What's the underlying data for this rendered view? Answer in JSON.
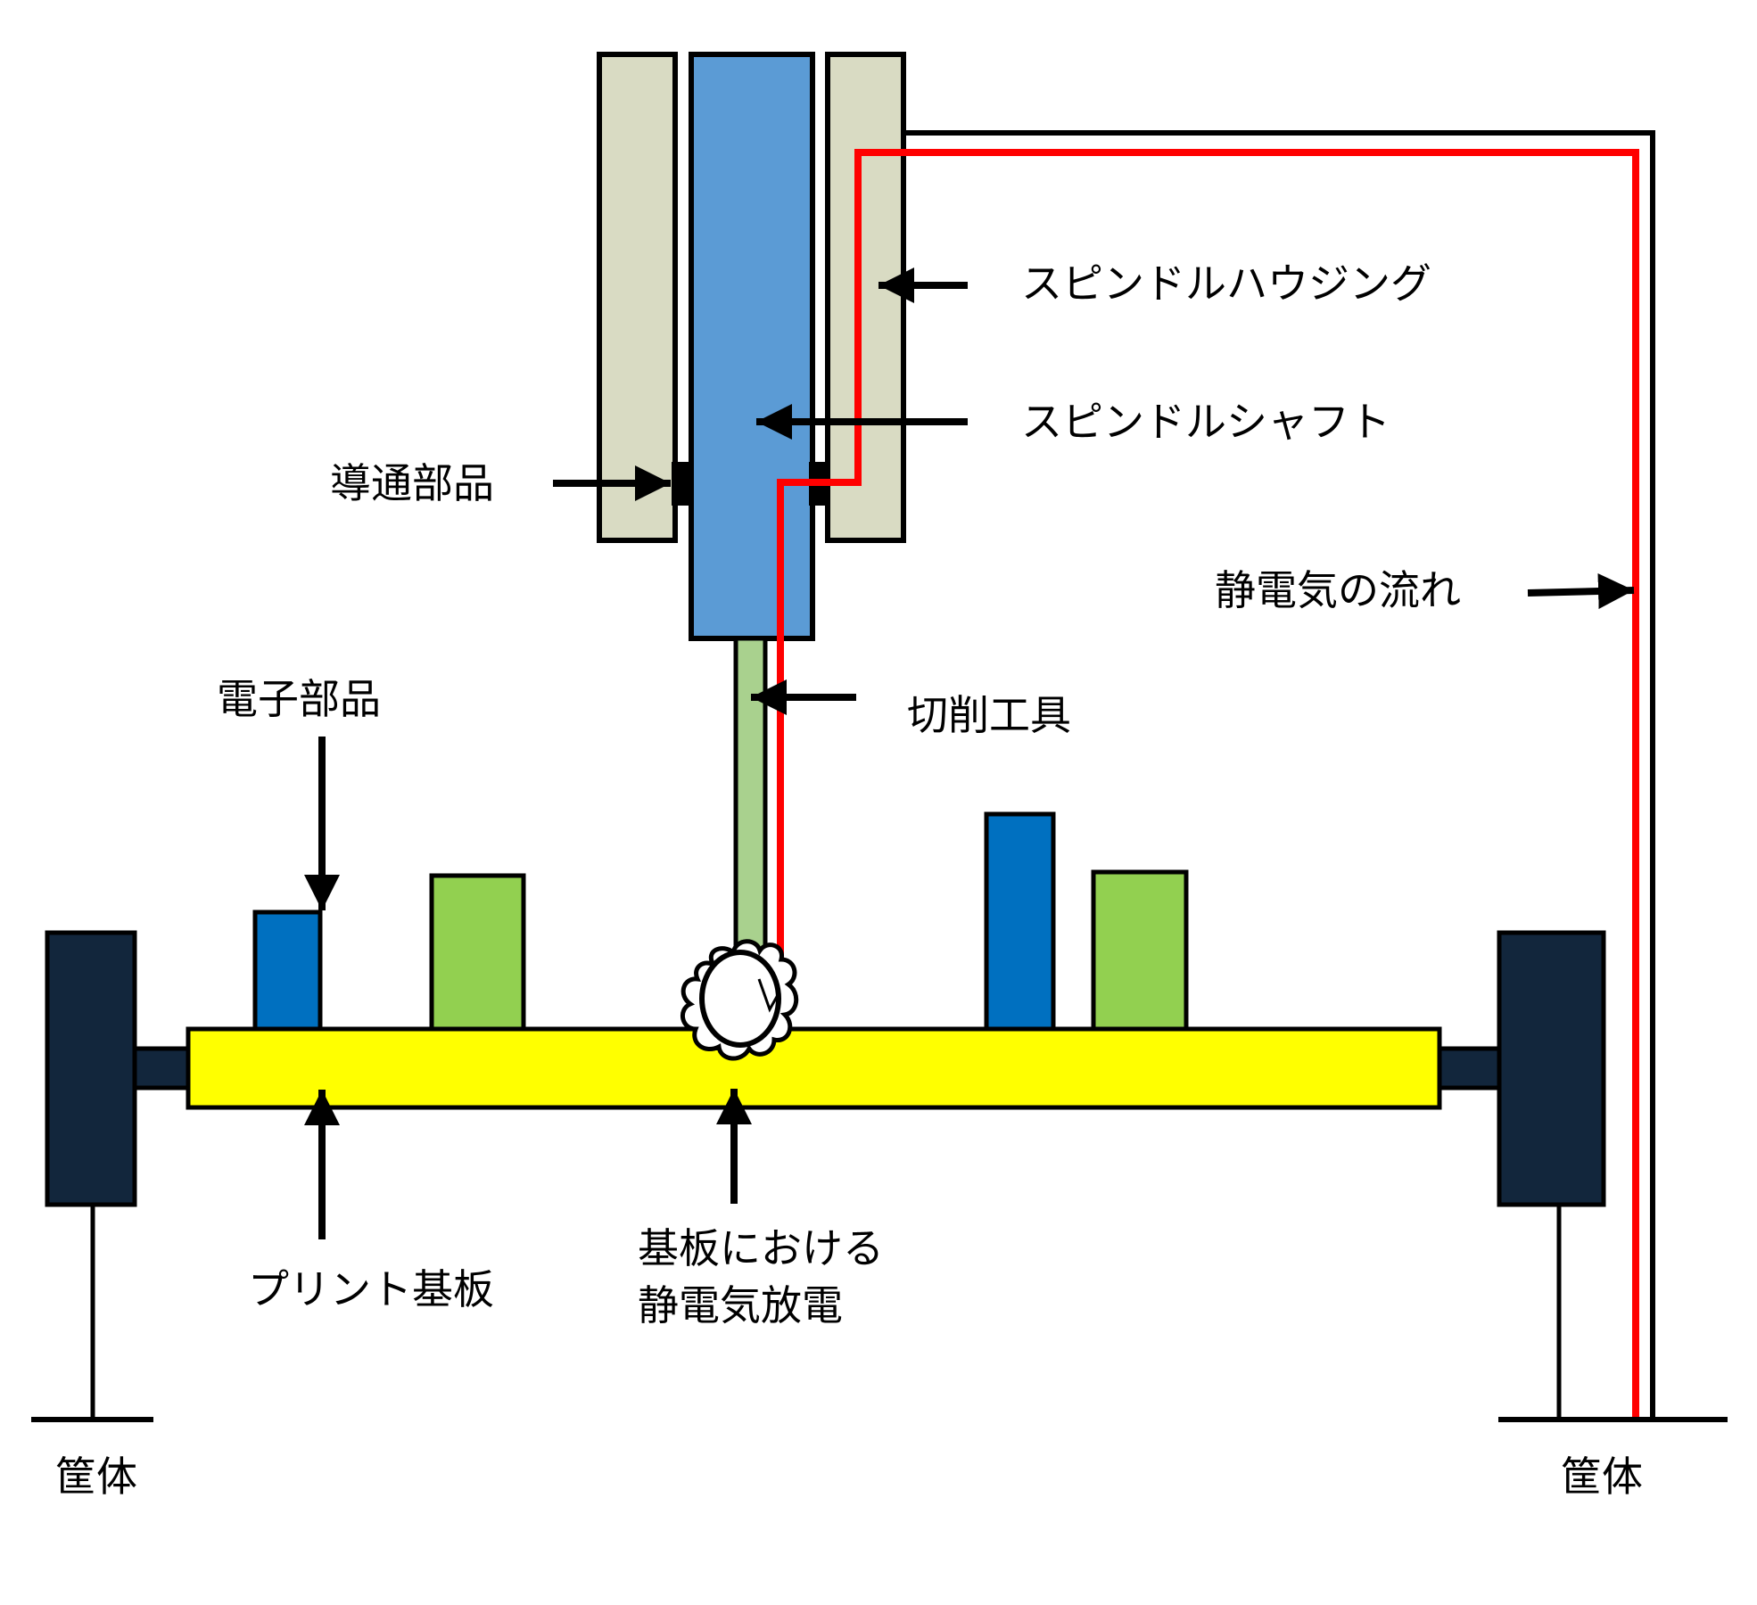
{
  "diagram": {
    "title": "",
    "labels": {
      "spindle_housing": "スピンドルハウジング",
      "spindle_shaft": "スピンドルシャフト",
      "conductive_part": "導通部品",
      "static_flow": "静電気の流れ",
      "electronic_parts": "電子部品",
      "cutting_tool": "切削工具",
      "pcb": "プリント基板",
      "esd_line1": "基板における",
      "esd_line2": "静電気放電",
      "enclosure_left": "筐体",
      "enclosure_right": "筐体"
    },
    "colors": {
      "housing": "#d9dbc3",
      "spindle": "#5b9bd5",
      "tool": "#a9d18e",
      "pcb": "#ffff00",
      "component_blue": "#0070c0",
      "component_green": "#92d050",
      "frame": "#12263c",
      "static_path": "#ff0000",
      "outline": "#000000"
    }
  }
}
